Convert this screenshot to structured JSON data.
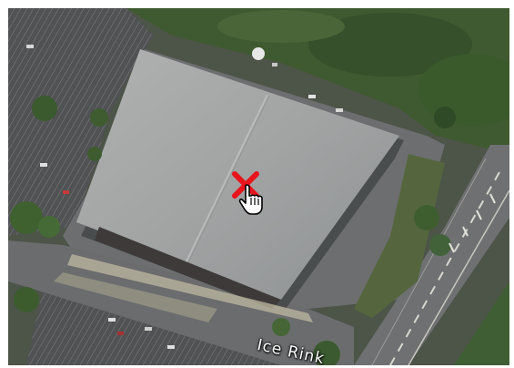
{
  "map": {
    "type": "satellite",
    "street_labels": {
      "ice_rink": "Ice Rink"
    }
  },
  "marker": {
    "icon": "red-x-marker",
    "color": "#e8141c"
  },
  "cursor": {
    "icon": "hand-pointer"
  },
  "colors": {
    "roof": "#a4a6a6",
    "parking": "#56585a",
    "grass": "#4a6a3c",
    "road": "#6a6c6e"
  }
}
